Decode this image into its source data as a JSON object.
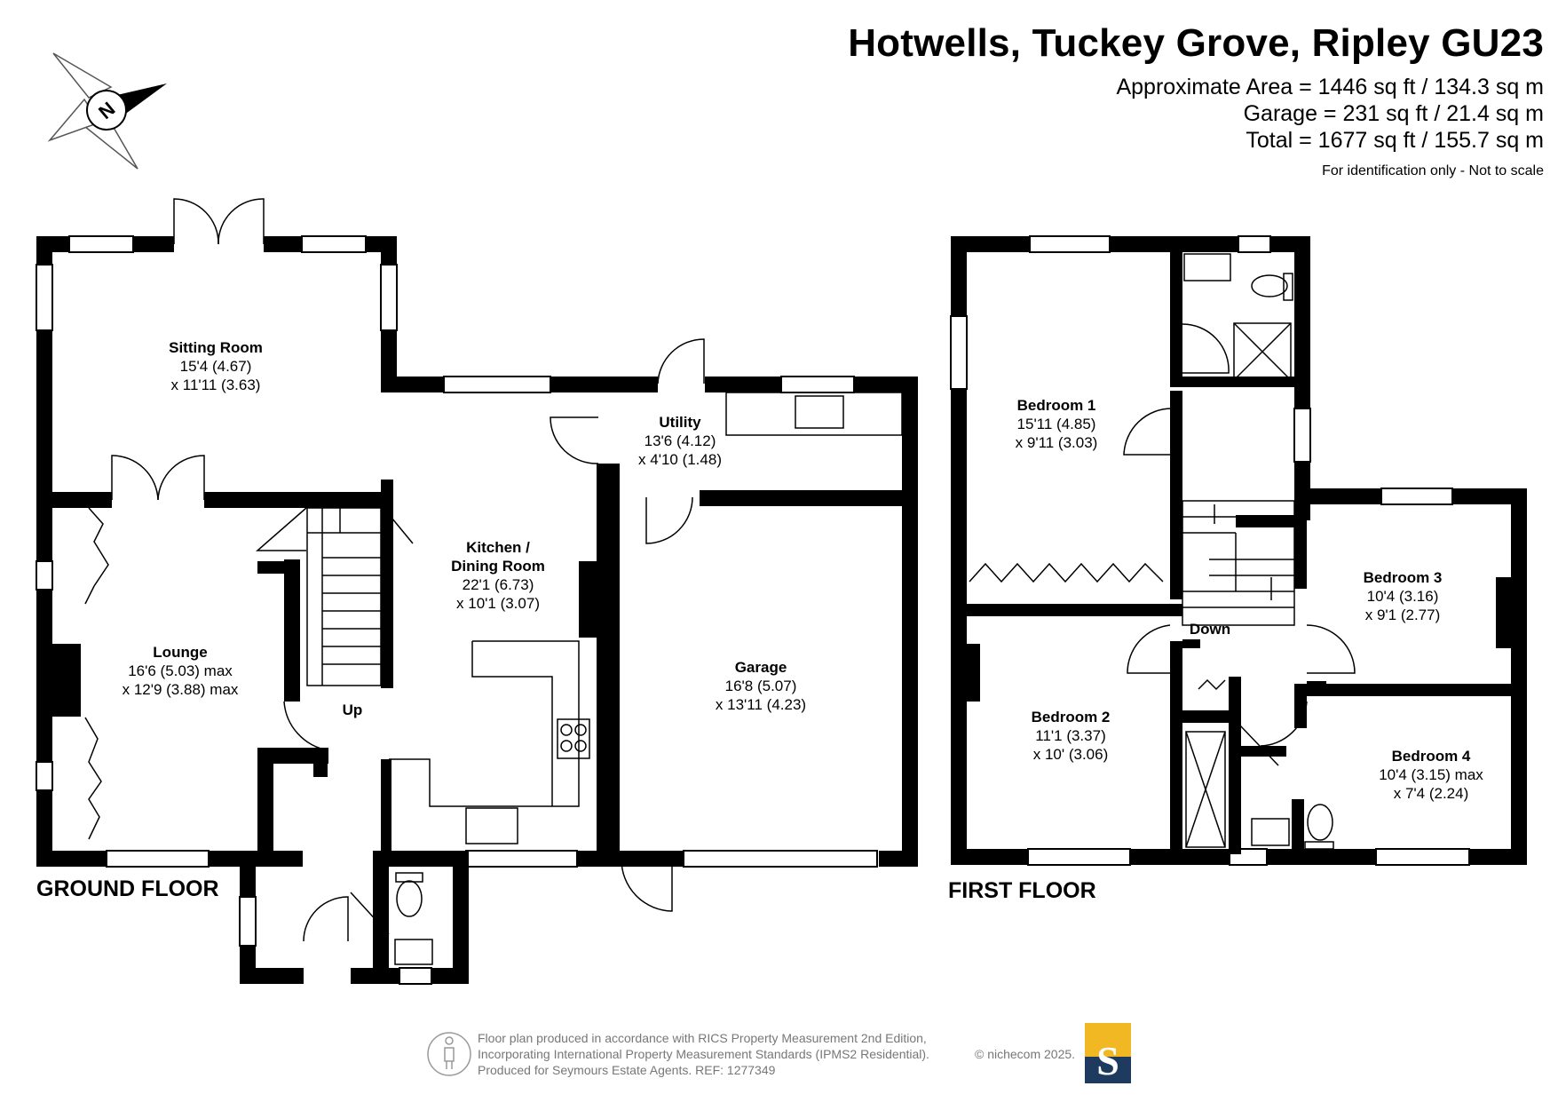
{
  "header": {
    "title": "Hotwells, Tuckey Grove, Ripley GU23",
    "areas": [
      "Approximate Area = 1446 sq ft / 134.3 sq m",
      "Garage = 231 sq ft / 21.4 sq m",
      "Total = 1677 sq ft / 155.7 sq m"
    ],
    "note": "For identification only - Not to scale"
  },
  "compass": {
    "letter": "N",
    "icon": "compass-icon"
  },
  "floors": {
    "ground": {
      "label": "GROUND FLOOR",
      "rooms": {
        "sitting": {
          "name": "Sitting Room",
          "dim1": "15'4 (4.67)",
          "dim2": "x 11'11 (3.63)"
        },
        "lounge": {
          "name": "Lounge",
          "dim1": "16'6 (5.03) max",
          "dim2": "x 12'9 (3.88) max"
        },
        "kitchen": {
          "name1": "Kitchen /",
          "name2": "Dining Room",
          "dim1": "22'1 (6.73)",
          "dim2": "x 10'1 (3.07)"
        },
        "utility": {
          "name": "Utility",
          "dim1": "13'6 (4.12)",
          "dim2": "x 4'10 (1.48)"
        },
        "garage": {
          "name": "Garage",
          "dim1": "16'8 (5.07)",
          "dim2": "x 13'11 (4.23)"
        }
      },
      "stair_label": "Up"
    },
    "first": {
      "label": "FIRST FLOOR",
      "rooms": {
        "bed1": {
          "name": "Bedroom 1",
          "dim1": "15'11 (4.85)",
          "dim2": "x 9'11 (3.03)"
        },
        "bed2": {
          "name": "Bedroom 2",
          "dim1": "11'1 (3.37)",
          "dim2": "x 10' (3.06)"
        },
        "bed3": {
          "name": "Bedroom 3",
          "dim1": "10'4 (3.16)",
          "dim2": "x 9'1 (2.77)"
        },
        "bed4": {
          "name": "Bedroom 4",
          "dim1": "10'4 (3.15) max",
          "dim2": "x 7'4 (2.24)"
        }
      },
      "stair_label": "Down"
    }
  },
  "footer": {
    "lines": [
      "Floor plan produced in accordance with RICS Property Measurement 2nd Edition,",
      "Incorporating International Property Measurement Standards (IPMS2 Residential).",
      "Produced for Seymours Estate Agents.   REF: 1277349"
    ],
    "brand": "© nichecom 2025.",
    "logo_letter": "S",
    "logo_colors": {
      "top": "#f2b824",
      "bottom": "#1e3a5f"
    },
    "rics_icon": "person-in-circle-icon"
  }
}
